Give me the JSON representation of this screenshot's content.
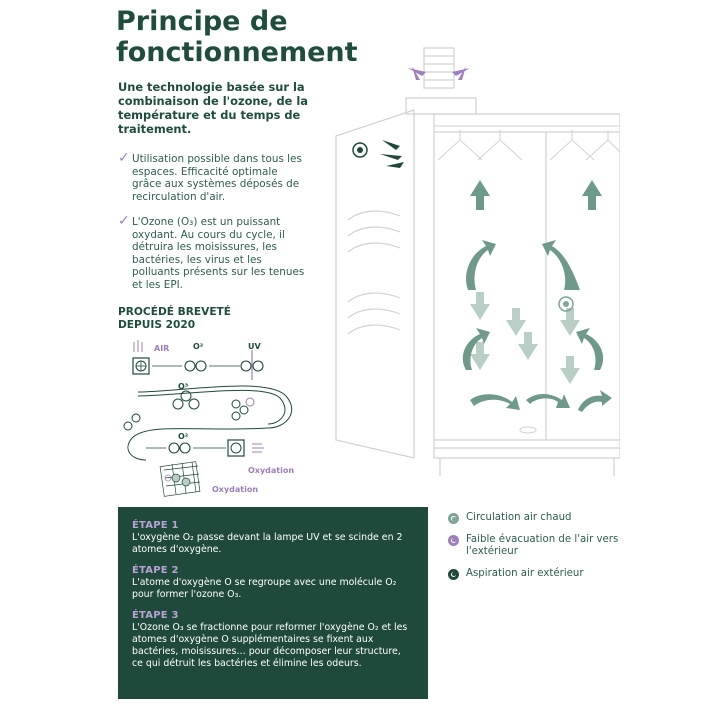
{
  "title": {
    "line1": "Principe de",
    "line2": "fonctionnement"
  },
  "intro": "Une technologie basée sur la combinaison de l'ozone, de la température et du temps de traitement.",
  "bullets": [
    {
      "text": "Utilisation possible dans tous les espaces. Efficacité optimale grâce aux systèmes déposés de recirculation d'air."
    },
    {
      "text": "L'Ozone (O₃) est un puissant oxydant. Au cours du cycle, il détruira les moisissures, les bactéries, les virus et les polluants présents sur les tenues et les EPI."
    }
  ],
  "patent": {
    "line1": "PROCÉDÉ BREVETÉ",
    "line2": "DEPUIS 2020"
  },
  "diagram_labels": {
    "air": "AIR",
    "o2_top": "O²",
    "uv": "UV",
    "o3": "O³",
    "o2_bottom": "O²",
    "oxydation_right": "Oxydation",
    "oxydation_bottom": "Oxydation"
  },
  "steps": [
    {
      "heading": "ÉTAPE 1",
      "text": "L'oxygène O₂ passe devant la lampe UV et se scinde en 2 atomes d'oxygène."
    },
    {
      "heading": "ÉTAPE 2",
      "text": "L'atome d'oxygène O se regroupe avec une molécule O₂ pour former l'ozone O₃."
    },
    {
      "heading": "ÉTAPE 3",
      "text": "L'Ozone O₃ se fractionne pour reformer l'oxygène O₂ et les atomes d'oxygène O supplémentaires se fixent aux bactéries, moisissures… pour décomposer leur structure, ce qui détruit les bactéries et élimine les odeurs."
    }
  ],
  "legend": [
    {
      "label": "Circulation air chaud",
      "color": "#7fa596",
      "inner": "#7fa596"
    },
    {
      "label": "Faible évacuation de l'air vers l'extérieur",
      "color": "#9c7fbd",
      "inner": "#9c7fbd"
    },
    {
      "label": "Aspiration air extérieur",
      "color": "#1f4a3b",
      "inner": "#1f4a3b"
    }
  ],
  "colors": {
    "dark_green": "#1f4a3b",
    "mid_green": "#6f9a89",
    "light_green": "#b9cfc6",
    "purple": "#9c7fbd",
    "line_gray": "#cfd3d1"
  }
}
